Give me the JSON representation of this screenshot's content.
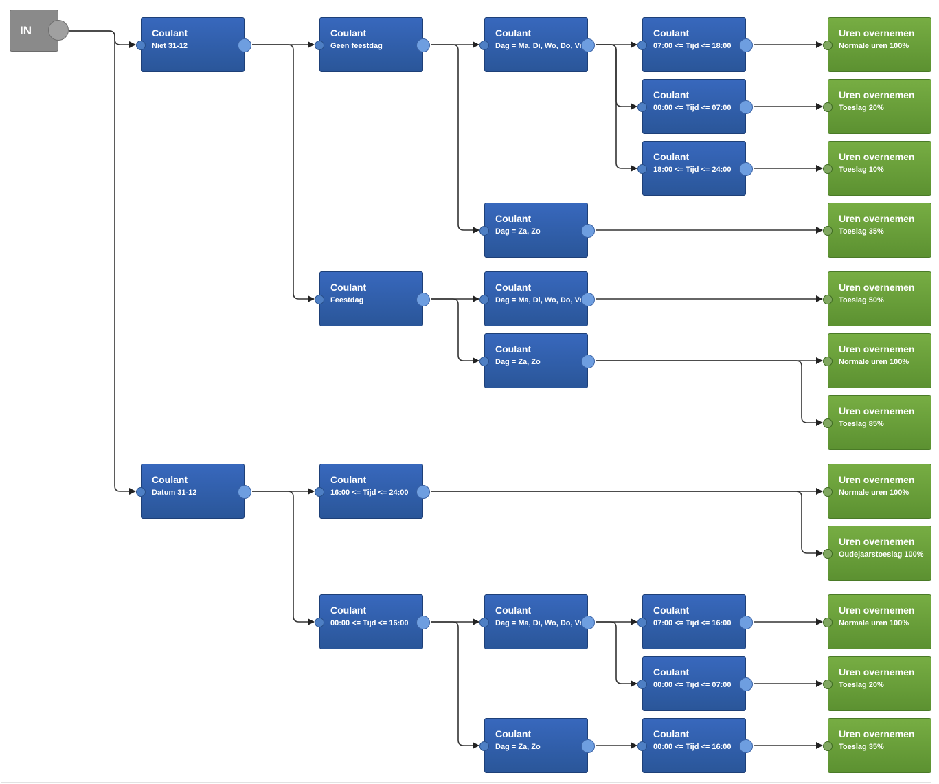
{
  "start": {
    "label": "IN"
  },
  "nodes": [
    {
      "id": "n1",
      "kind": "condition",
      "title": "Coulant",
      "subtitle": "Niet 31-12"
    },
    {
      "id": "n2",
      "kind": "condition",
      "title": "Coulant",
      "subtitle": "Datum 31-12"
    },
    {
      "id": "n3",
      "kind": "condition",
      "title": "Coulant",
      "subtitle": "Geen feestdag"
    },
    {
      "id": "n4",
      "kind": "condition",
      "title": "Coulant",
      "subtitle": "Feestdag"
    },
    {
      "id": "n5",
      "kind": "condition",
      "title": "Coulant",
      "subtitle": "16:00 <= Tijd <= 24:00"
    },
    {
      "id": "n6",
      "kind": "condition",
      "title": "Coulant",
      "subtitle": "00:00 <= Tijd <= 16:00"
    },
    {
      "id": "n7",
      "kind": "condition",
      "title": "Coulant",
      "subtitle": "Dag = Ma, Di, Wo, Do, Vr"
    },
    {
      "id": "n8",
      "kind": "condition",
      "title": "Coulant",
      "subtitle": "Dag = Za, Zo"
    },
    {
      "id": "n9",
      "kind": "condition",
      "title": "Coulant",
      "subtitle": "Dag = Ma, Di, Wo, Do, Vr"
    },
    {
      "id": "n10",
      "kind": "condition",
      "title": "Coulant",
      "subtitle": "Dag = Za, Zo"
    },
    {
      "id": "n11",
      "kind": "condition",
      "title": "Coulant",
      "subtitle": "Dag = Ma, Di, Wo, Do, Vr"
    },
    {
      "id": "n12",
      "kind": "condition",
      "title": "Coulant",
      "subtitle": "Dag = Za, Zo"
    },
    {
      "id": "n13",
      "kind": "condition",
      "title": "Coulant",
      "subtitle": "07:00 <= Tijd <= 18:00"
    },
    {
      "id": "n14",
      "kind": "condition",
      "title": "Coulant",
      "subtitle": "00:00 <= Tijd <= 07:00"
    },
    {
      "id": "n15",
      "kind": "condition",
      "title": "Coulant",
      "subtitle": "18:00 <= Tijd <= 24:00"
    },
    {
      "id": "n16",
      "kind": "condition",
      "title": "Coulant",
      "subtitle": "07:00 <= Tijd <= 16:00"
    },
    {
      "id": "n17",
      "kind": "condition",
      "title": "Coulant",
      "subtitle": "00:00 <= Tijd <= 07:00"
    },
    {
      "id": "n18",
      "kind": "condition",
      "title": "Coulant",
      "subtitle": "00:00 <= Tijd <= 16:00"
    },
    {
      "id": "o1",
      "kind": "action",
      "title": "Uren overnemen",
      "subtitle": "Normale uren 100%"
    },
    {
      "id": "o2",
      "kind": "action",
      "title": "Uren overnemen",
      "subtitle": "Toeslag 20%"
    },
    {
      "id": "o3",
      "kind": "action",
      "title": "Uren overnemen",
      "subtitle": "Toeslag 10%"
    },
    {
      "id": "o4",
      "kind": "action",
      "title": "Uren overnemen",
      "subtitle": "Toeslag 35%"
    },
    {
      "id": "o5",
      "kind": "action",
      "title": "Uren overnemen",
      "subtitle": "Toeslag 50%"
    },
    {
      "id": "o6",
      "kind": "action",
      "title": "Uren overnemen",
      "subtitle": "Normale uren 100%"
    },
    {
      "id": "o7",
      "kind": "action",
      "title": "Uren overnemen",
      "subtitle": "Toeslag 85%"
    },
    {
      "id": "o8",
      "kind": "action",
      "title": "Uren overnemen",
      "subtitle": "Normale uren 100%"
    },
    {
      "id": "o9",
      "kind": "action",
      "title": "Uren overnemen",
      "subtitle": "Oudejaarstoeslag 100%"
    },
    {
      "id": "o10",
      "kind": "action",
      "title": "Uren overnemen",
      "subtitle": "Normale uren 100%"
    },
    {
      "id": "o11",
      "kind": "action",
      "title": "Uren overnemen",
      "subtitle": "Toeslag 20%"
    },
    {
      "id": "o12",
      "kind": "action",
      "title": "Uren overnemen",
      "subtitle": "Toeslag 35%"
    }
  ],
  "edges": [
    [
      "IN",
      "n1"
    ],
    [
      "IN",
      "n2"
    ],
    [
      "n1",
      "n3"
    ],
    [
      "n1",
      "n4"
    ],
    [
      "n3",
      "n7"
    ],
    [
      "n3",
      "n8"
    ],
    [
      "n7",
      "n13"
    ],
    [
      "n7",
      "n14"
    ],
    [
      "n7",
      "n15"
    ],
    [
      "n13",
      "o1"
    ],
    [
      "n14",
      "o2"
    ],
    [
      "n15",
      "o3"
    ],
    [
      "n8",
      "o4"
    ],
    [
      "n4",
      "n9"
    ],
    [
      "n4",
      "n10"
    ],
    [
      "n9",
      "o5"
    ],
    [
      "n10",
      "o6"
    ],
    [
      "n10",
      "o7"
    ],
    [
      "n2",
      "n5"
    ],
    [
      "n2",
      "n6"
    ],
    [
      "n5",
      "o8"
    ],
    [
      "n5",
      "o9"
    ],
    [
      "n6",
      "n11"
    ],
    [
      "n6",
      "n12"
    ],
    [
      "n11",
      "n16"
    ],
    [
      "n11",
      "n17"
    ],
    [
      "n16",
      "o10"
    ],
    [
      "n17",
      "o11"
    ],
    [
      "n12",
      "n18"
    ],
    [
      "n18",
      "o12"
    ]
  ],
  "colors": {
    "condition": "#2f5fae",
    "action": "#6aa03a",
    "start": "#8a8a8a",
    "edge": "#333333"
  }
}
